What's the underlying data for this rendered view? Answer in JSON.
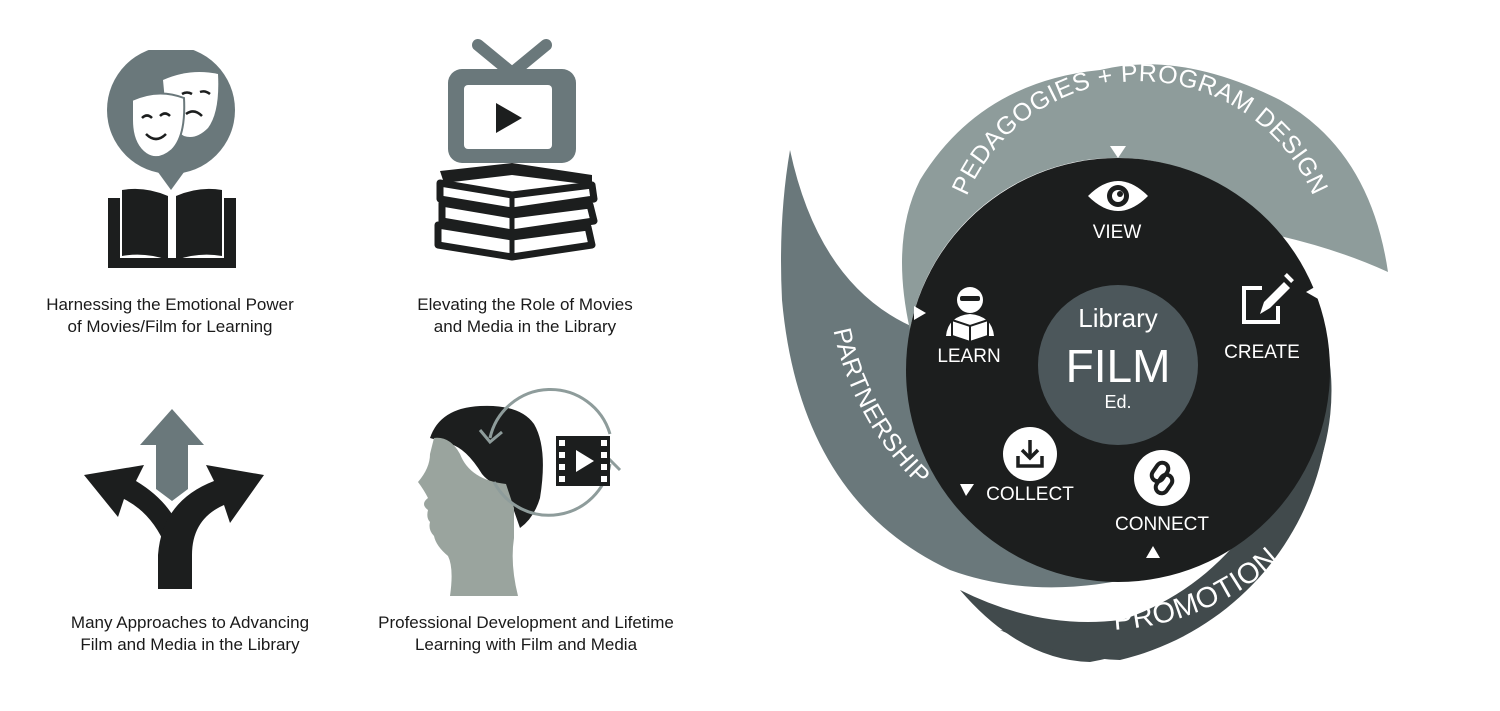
{
  "colors": {
    "black": "#1c1e1e",
    "dark_gray": "#414a4c",
    "mid_gray": "#6a787b",
    "light_gray": "#8e9c9b",
    "face_gray": "#9aa49e",
    "center_gray": "#4c575b",
    "white": "#ffffff"
  },
  "panels": [
    {
      "icon": "theater-masks-book-icon",
      "caption_lines": [
        "Harnessing the Emotional Power",
        "of Movies/Film for Learning"
      ]
    },
    {
      "icon": "tv-books-icon",
      "caption_lines": [
        "Elevating the Role of Movies",
        "and Media in the Library"
      ]
    },
    {
      "icon": "branching-arrows-icon",
      "caption_lines": [
        "Many Approaches to Advancing",
        "Film and Media in the Library"
      ]
    },
    {
      "icon": "head-film-cycle-icon",
      "caption_lines": [
        "Professional Development and Lifetime",
        "Learning with Film and Media"
      ]
    }
  ],
  "wheel": {
    "center": {
      "line1": "Library",
      "line2": "FILM",
      "line3": "Ed."
    },
    "outer_bands": [
      {
        "label": "PEDAGOGIES + PROGRAM DESIGN"
      },
      {
        "label": "PARTNERSHIP"
      },
      {
        "label": "PROMOTION"
      }
    ],
    "nodes": [
      {
        "label": "VIEW",
        "icon": "eye-icon"
      },
      {
        "label": "CREATE",
        "icon": "edit-pencil-icon"
      },
      {
        "label": "CONNECT",
        "icon": "link-icon"
      },
      {
        "label": "COLLECT",
        "icon": "download-icon"
      },
      {
        "label": "LEARN",
        "icon": "reader-icon"
      }
    ]
  }
}
